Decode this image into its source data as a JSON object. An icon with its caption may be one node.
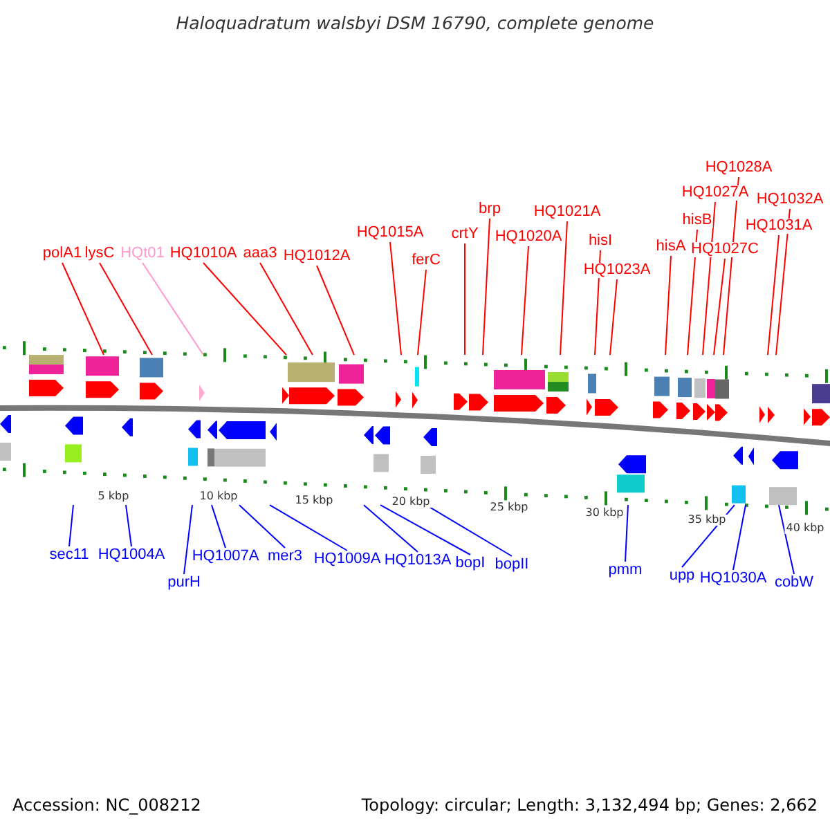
{
  "diagram": {
    "title": "Haloquadratum walsbyi DSM 16790, complete genome",
    "nodes": [
      {
        "text": [
          "polA1"
        ]
      },
      {
        "text": [
          "lysC"
        ]
      },
      {
        "text": [
          "HQt01"
        ]
      },
      {
        "text": [
          "HQ1010A"
        ]
      },
      {
        "text": [
          "aaa3"
        ]
      },
      {
        "text": [
          "HQ1012A"
        ]
      },
      {
        "text": [
          "HQ1015A"
        ]
      },
      {
        "text": [
          "ferC"
        ]
      },
      {
        "text": [
          "crtY"
        ]
      },
      {
        "text": [
          "brp"
        ]
      },
      {
        "text": [
          "HQ1020A"
        ]
      },
      {
        "text": [
          "HQ1021A"
        ]
      },
      {
        "text": [
          "hisI"
        ]
      },
      {
        "text": [
          "HQ1023A"
        ]
      },
      {
        "text": [
          "hisA"
        ]
      },
      {
        "text": [
          "hisB"
        ]
      },
      {
        "text": [
          "HQ1027A"
        ]
      },
      {
        "text": [
          "HQ1028A"
        ]
      },
      {
        "text": [
          "HQ1027C"
        ]
      },
      {
        "text": [
          "HQ1032A"
        ]
      },
      {
        "text": [
          "HQ1031A"
        ]
      },
      {
        "text": [
          "sec11"
        ]
      },
      {
        "text": [
          "HQ1004A"
        ]
      },
      {
        "text": [
          "purH"
        ]
      },
      {
        "text": [
          "HQ1007A"
        ]
      },
      {
        "text": [
          "mer3"
        ]
      },
      {
        "text": [
          "HQ1009A"
        ]
      },
      {
        "text": [
          "HQ1013A"
        ]
      },
      {
        "text": [
          "bopI"
        ]
      },
      {
        "text": [
          "bopII"
        ]
      },
      {
        "text": [
          "pmm"
        ]
      },
      {
        "text": [
          "upp"
        ]
      },
      {
        "text": [
          "HQ1030A"
        ]
      },
      {
        "text": [
          "cobW"
        ]
      },
      {
        "text": [],
        "shape": "picture"
      },
      {
        "text": [],
        "shape": "picture"
      }
    ],
    "edges": [
      {
        "from": 0,
        "to": 34,
        "arrow": "none"
      },
      {
        "from": 1,
        "to": 34,
        "arrow": "none"
      },
      {
        "from": 2,
        "to": 34,
        "arrow": "none",
        "color": "#ff99cc"
      },
      {
        "from": 3,
        "to": 34,
        "arrow": "none"
      },
      {
        "from": 4,
        "to": 34,
        "arrow": "none"
      },
      {
        "from": 5,
        "to": 34,
        "arrow": "none"
      },
      {
        "from": 6,
        "to": 34,
        "arrow": "none"
      },
      {
        "from": 7,
        "to": 34,
        "arrow": "none"
      },
      {
        "from": 8,
        "to": 34,
        "arrow": "none"
      },
      {
        "from": 9,
        "to": 34,
        "arrow": "none"
      },
      {
        "from": 10,
        "to": 34,
        "arrow": "none"
      },
      {
        "from": 11,
        "to": 34,
        "arrow": "none"
      },
      {
        "from": 12,
        "to": 34,
        "arrow": "none"
      },
      {
        "from": 13,
        "to": 34,
        "arrow": "none"
      },
      {
        "from": 14,
        "to": 34,
        "arrow": "none"
      },
      {
        "from": 15,
        "to": 34,
        "arrow": "none"
      },
      {
        "from": 16,
        "to": 34,
        "arrow": "none"
      },
      {
        "from": 17,
        "to": 34,
        "arrow": "none"
      },
      {
        "from": 18,
        "to": 34,
        "arrow": "none"
      },
      {
        "from": 19,
        "to": 34,
        "arrow": "none"
      },
      {
        "from": 20,
        "to": 34,
        "arrow": "none"
      },
      {
        "from": 21,
        "to": 35,
        "arrow": "none",
        "color": "#0000ff"
      },
      {
        "from": 22,
        "to": 35,
        "arrow": "none",
        "color": "#0000ff"
      },
      {
        "from": 23,
        "to": 35,
        "arrow": "none",
        "color": "#0000ff"
      },
      {
        "from": 24,
        "to": 35,
        "arrow": "none",
        "color": "#0000ff"
      },
      {
        "from": 25,
        "to": 35,
        "arrow": "none",
        "color": "#0000ff"
      },
      {
        "from": 26,
        "to": 35,
        "arrow": "none",
        "color": "#0000ff"
      },
      {
        "from": 27,
        "to": 35,
        "arrow": "none",
        "color": "#0000ff"
      },
      {
        "from": 28,
        "to": 35,
        "arrow": "none",
        "color": "#0000ff"
      },
      {
        "from": 29,
        "to": 35,
        "arrow": "none",
        "color": "#0000ff"
      },
      {
        "from": 30,
        "to": 35,
        "arrow": "none",
        "color": "#0000ff"
      },
      {
        "from": 31,
        "to": 35,
        "arrow": "none",
        "color": "#0000ff"
      },
      {
        "from": 32,
        "to": 35,
        "arrow": "none",
        "color": "#0000ff"
      },
      {
        "from": 33,
        "to": 35,
        "arrow": "none",
        "color": "#0000ff"
      }
    ],
    "labels": [
      "5 kbp",
      "10 kbp",
      "15 kbp",
      "20 kbp",
      "25 kbp",
      "30 kbp",
      "35 kbp",
      "40 kbp",
      "Accession: NC_008212",
      "Topology: circular; Length: 3,132,494 bp; Genes: 2,662"
    ]
  }
}
